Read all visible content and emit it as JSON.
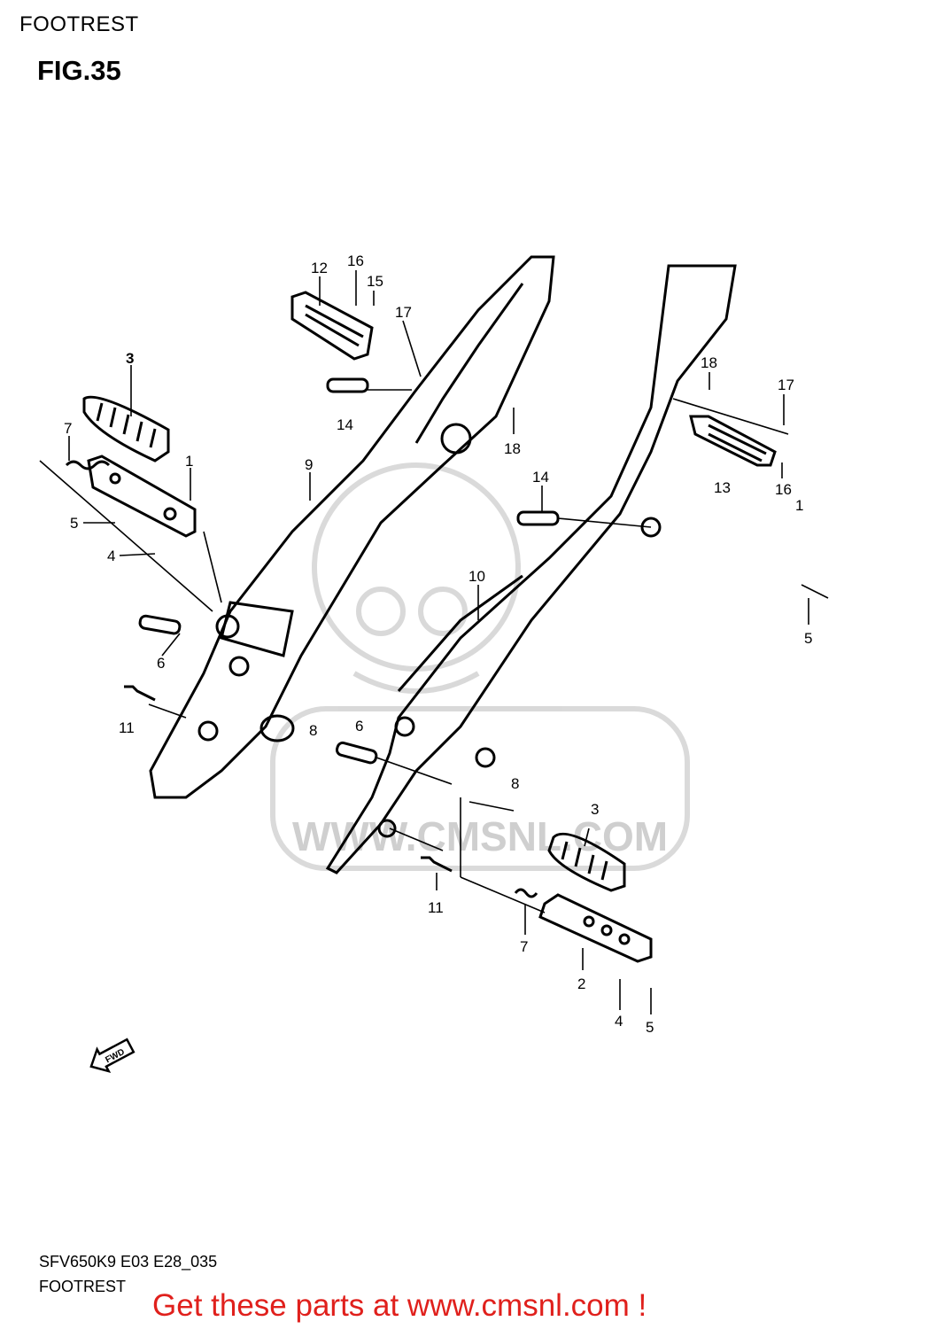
{
  "header": {
    "title": "FOOTREST"
  },
  "figure": {
    "label": "FIG.35"
  },
  "diagram": {
    "fwd_label": "FWD",
    "watermark_text": "WWW.CMSNL.COM",
    "callouts": [
      "12",
      "16",
      "15",
      "17",
      "3",
      "7",
      "1",
      "5",
      "4",
      "9",
      "14",
      "18",
      "6",
      "11",
      "8",
      "10",
      "18",
      "17",
      "13",
      "16",
      "1",
      "14",
      "5",
      "6",
      "8",
      "3",
      "11",
      "7",
      "2",
      "4",
      "5"
    ]
  },
  "footer": {
    "code": "SFV650K9 E03 E28_035",
    "title": "FOOTREST"
  },
  "promo": {
    "text": "Get these parts at www.cmsnl.com !",
    "color": "#e0201c"
  }
}
